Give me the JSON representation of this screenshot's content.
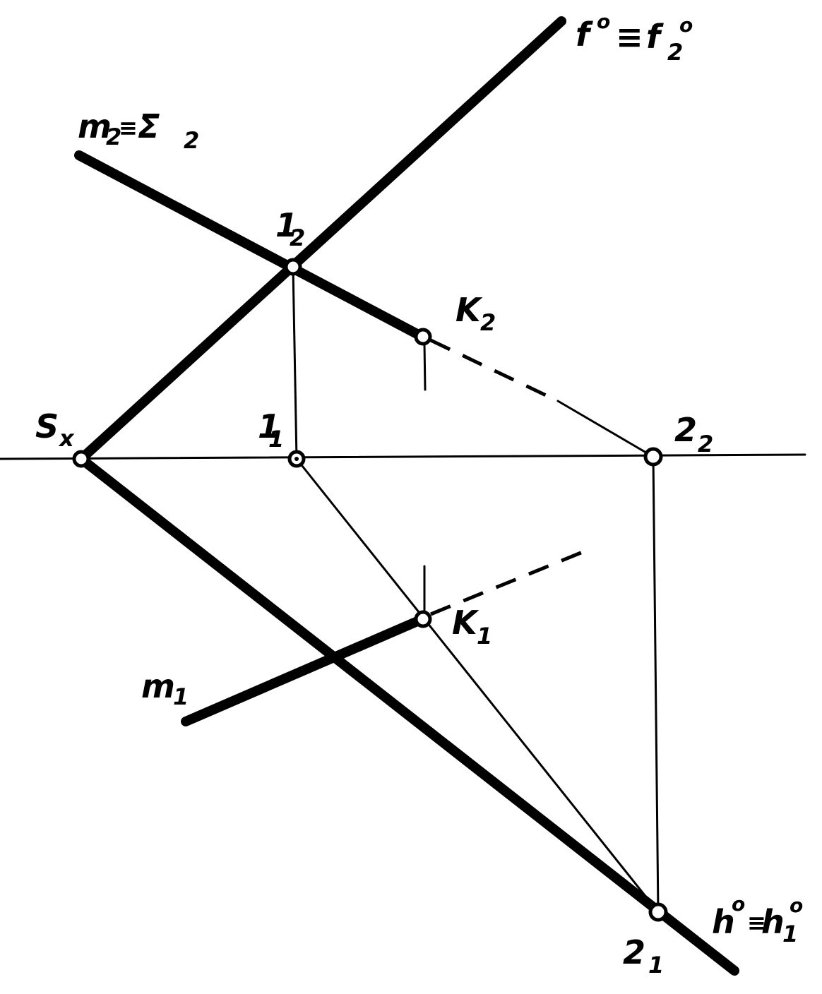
{
  "labels": {
    "f_main": "f",
    "f_sup": "o",
    "f_equiv": "≡",
    "f2_main": "f",
    "f2_sub": "2",
    "f2_sup": "o",
    "m2_main": "m",
    "m2_sub": "2",
    "m2_equiv": "≡",
    "sigma_main": "Σ",
    "sigma_sub": "2",
    "p12_main": "1",
    "p12_sub": "2",
    "k2_main": "K",
    "k2_sub": "2",
    "sx_main": "S",
    "sx_sub": "x",
    "p11_main": "1",
    "p11_sub": "1",
    "p22_main": "2",
    "p22_sub": "2",
    "k1_main": "K",
    "k1_sub": "1",
    "m1_main": "m",
    "m1_sub": "1",
    "h_main": "h",
    "h_sup": "o",
    "h_equiv": "≡",
    "h1_main": "h",
    "h1_sub": "1",
    "h1_sup": "o",
    "p21_main": "2",
    "p21_sub": "1"
  }
}
